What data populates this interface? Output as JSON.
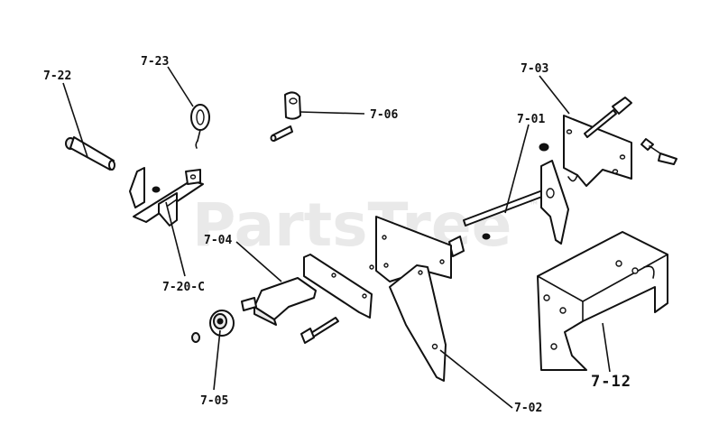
{
  "watermark": {
    "text": "PartsTree",
    "trademark": "™"
  },
  "callouts": {
    "c_7_22": "7-22",
    "c_7_23": "7-23",
    "c_7_06": "7-06",
    "c_7_03": "7-03",
    "c_7_01": "7-01",
    "c_7_04": "7-04",
    "c_7_20c": "7-20-C",
    "c_7_05": "7-05",
    "c_7_02": "7-02",
    "c_7_12": "7-12"
  }
}
